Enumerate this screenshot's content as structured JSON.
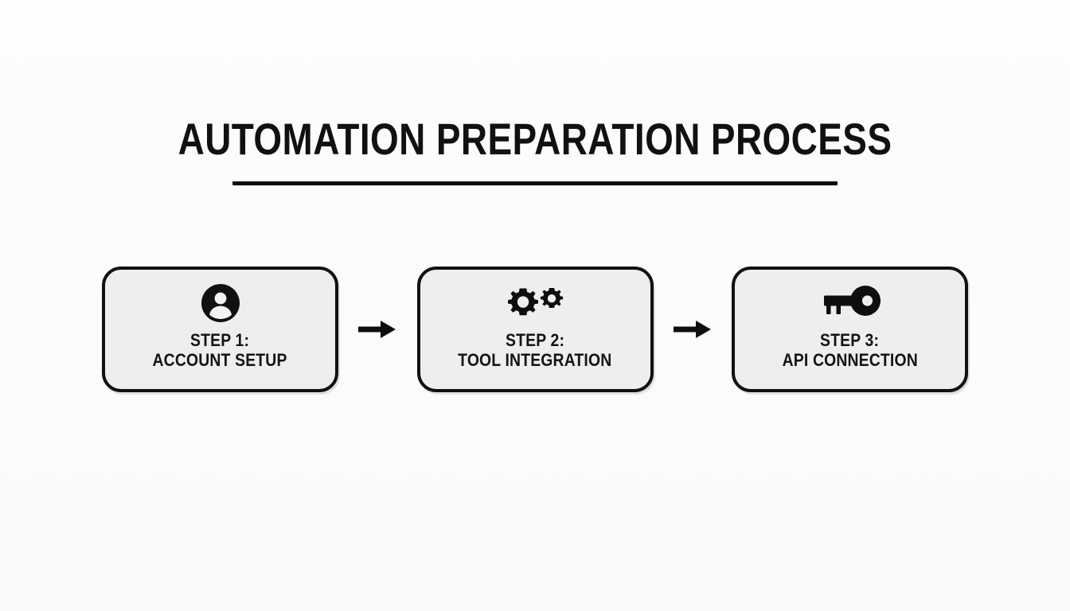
{
  "page": {
    "title": "AUTOMATION PREPARATION PROCESS",
    "background_color": "#fcfcfb",
    "accent_color": "#111111",
    "card_fill_color": "#efeeec"
  },
  "flow": {
    "steps": [
      {
        "icon": "person-icon",
        "line1": "STEP 1:",
        "line2": "ACCOUNT SETUP"
      },
      {
        "icon": "gears-icon",
        "line1": "STEP 2:",
        "line2": "TOOL INTEGRATION"
      },
      {
        "icon": "key-icon",
        "line1": "STEP 3:",
        "line2": "API CONNECTION"
      }
    ],
    "connectors": [
      {
        "icon": "arrow-right-icon"
      },
      {
        "icon": "arrow-right-icon"
      }
    ]
  }
}
